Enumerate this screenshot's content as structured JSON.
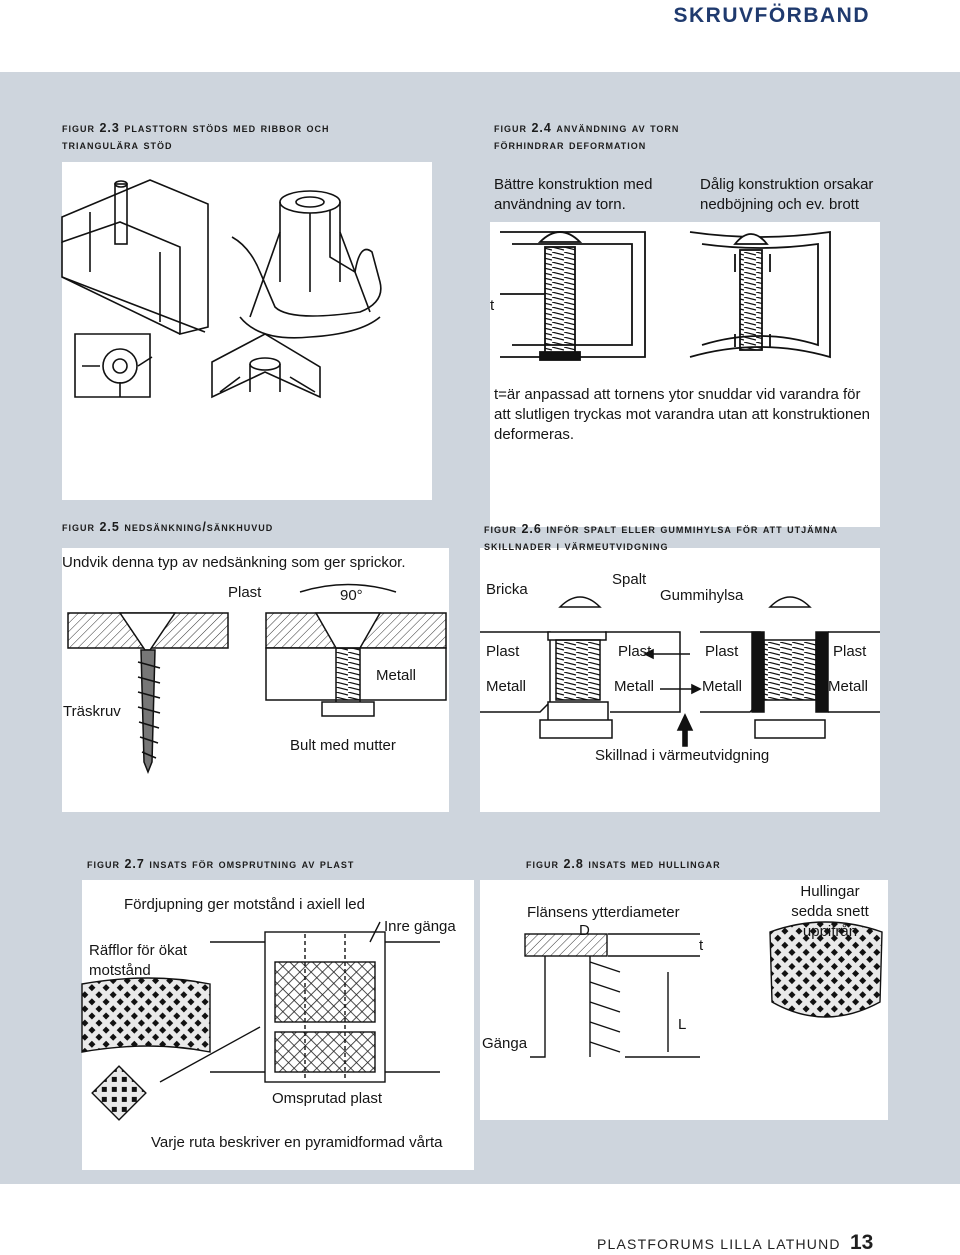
{
  "header": {
    "title": "SKRUVFÖRBAND"
  },
  "fig23": {
    "caption": "Figur 2.3 Plasttorn stöds med ribbor och triangulära stöd"
  },
  "fig24": {
    "caption": "Figur 2.4 Användning av torn förhindrar deformation",
    "good": "Bättre konstruktion med användning av torn.",
    "bad": "Dålig konstruktion orsakar nedböjning och ev. brott",
    "t_label": "t",
    "note": "t=är anpassad att tornens ytor snuddar vid varandra för att slutligen tryckas mot varandra utan att konstruktionen deformeras."
  },
  "fig25": {
    "caption": "Figur 2.5 Nedsänkning/sänkhuvud",
    "warning": "Undvik denna typ av nedsänkning som ger sprickor.",
    "plast": "Plast",
    "angle": "90°",
    "metall": "Metall",
    "traskruv": "Träskruv",
    "bult": "Bult med mutter"
  },
  "fig26": {
    "caption": "Figur 2.6 Inför spalt eller gummihylsa för att utjämna skillnader i värmeutvidgning",
    "bricka": "Bricka",
    "spalt": "Spalt",
    "gummihylsa": "Gummihylsa",
    "plast": "Plast",
    "metall": "Metall",
    "skillnad": "Skillnad i värmeutvidgning"
  },
  "fig27": {
    "caption": "Figur 2.7 Insats för omsprutning av plast",
    "fordjupning": "Fördjupning ger motstånd i axiell led",
    "inre": "Inre gänga",
    "rafflor": "Räfflor för ökat motstånd",
    "omsprutad": "Omsprutad plast",
    "varje": "Varje ruta beskriver en pyramidformad vårta"
  },
  "fig28": {
    "caption": "Figur 2.8 Insats med hullingar",
    "flans": "Flänsens ytterdiameter",
    "d": "D",
    "t": "t",
    "l": "L",
    "ganga": "Gänga",
    "hullingar": "Hullingar sedda snett uppifrån"
  },
  "footer": {
    "text": "PLASTFORUMS LILLA LATHUND",
    "page": "13"
  }
}
